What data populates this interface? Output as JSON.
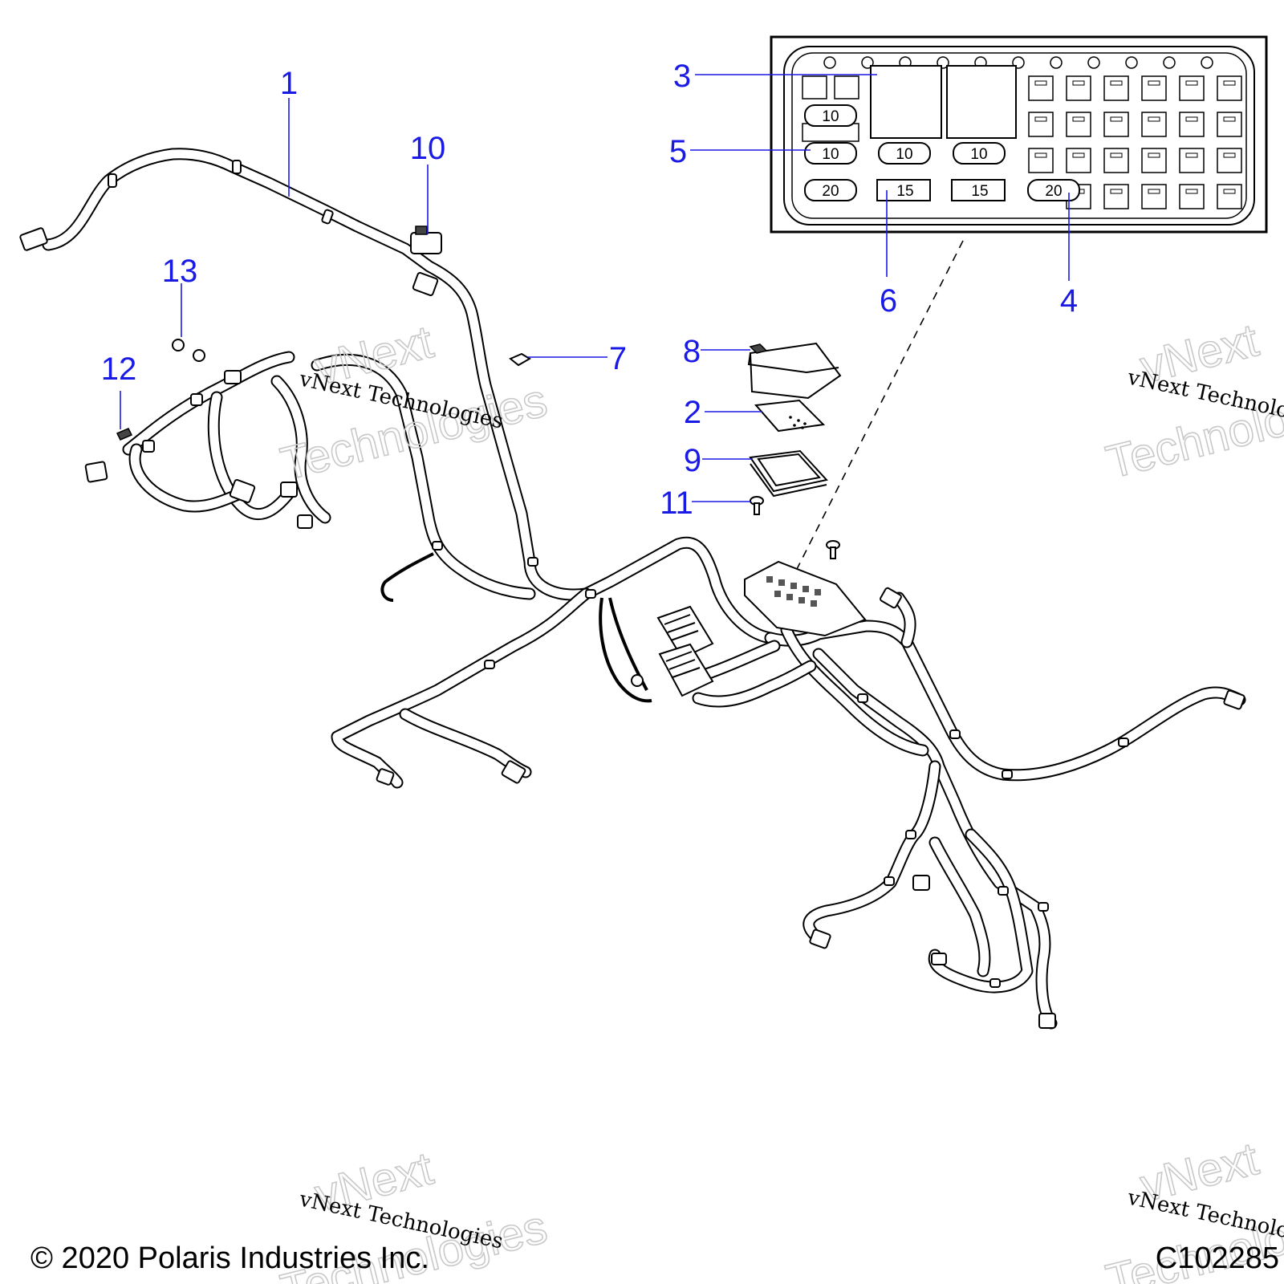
{
  "callouts": [
    {
      "id": "c1",
      "label": "1"
    },
    {
      "id": "c2",
      "label": "2"
    },
    {
      "id": "c3",
      "label": "3"
    },
    {
      "id": "c4",
      "label": "4"
    },
    {
      "id": "c5",
      "label": "5"
    },
    {
      "id": "c6",
      "label": "6"
    },
    {
      "id": "c7",
      "label": "7"
    },
    {
      "id": "c8",
      "label": "8"
    },
    {
      "id": "c9",
      "label": "9"
    },
    {
      "id": "c10",
      "label": "10"
    },
    {
      "id": "c11",
      "label": "11"
    },
    {
      "id": "c12",
      "label": "12"
    },
    {
      "id": "c13",
      "label": "13"
    }
  ],
  "fuse_box": {
    "fuse_row1": [
      "10"
    ],
    "fuse_row2": [
      "10",
      "10",
      "10"
    ],
    "fuse_row3": [
      "20",
      "15",
      "15",
      "20"
    ]
  },
  "watermark": {
    "script_text": "vNext Technologies",
    "outline_line1": "vNext",
    "outline_line2": "Technologies"
  },
  "footer": {
    "copyright": "© 2020 Polaris Industries Inc.",
    "ref_code": "C102285"
  },
  "colors": {
    "callout_blue": "#1a1ae6",
    "line_black": "#000000",
    "watermark_gray": "#c9c9c9"
  }
}
